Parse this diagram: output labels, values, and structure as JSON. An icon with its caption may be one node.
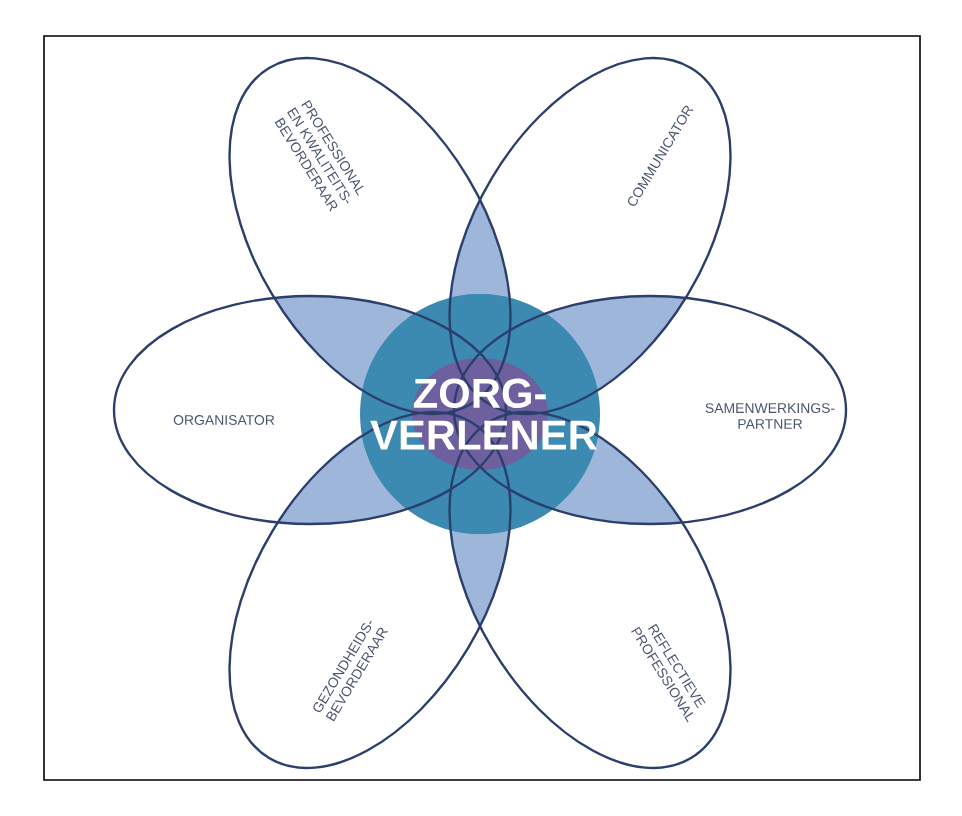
{
  "diagram": {
    "nodes": [
      {
        "text": [
          "PROFESSIONAL EN KWALITEITS- BEVORDERAAR"
        ]
      },
      {
        "text": [
          "COMMUNICATOR"
        ]
      },
      {
        "text": [
          "ORGANISATOR"
        ]
      },
      {
        "text": [
          "ZORG- VERLENER"
        ]
      },
      {
        "text": [
          "SAMENWERKINGS- PARTNER"
        ]
      },
      {
        "text": [
          "GEZONDHEIDS- BEVORDERAAR"
        ]
      },
      {
        "text": [
          "REFLECTIEVE PROFESSIONAL"
        ]
      }
    ]
  }
}
